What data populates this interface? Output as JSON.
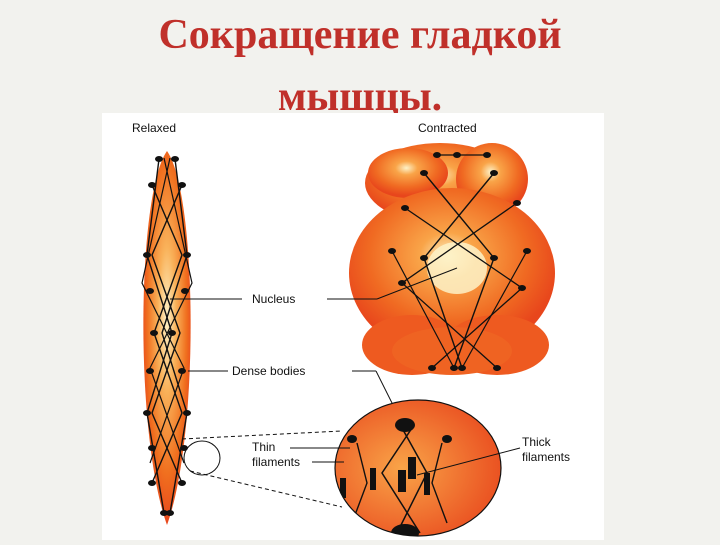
{
  "slide": {
    "title_line_1": "Сокращение гладкой",
    "title_line_2": "мышцы."
  },
  "figure": {
    "labels": {
      "relaxed": "Relaxed",
      "contracted": "Contracted",
      "nucleus": "Nucleus",
      "dense_bodies": "Dense bodies",
      "thin_filaments_1": "Thin",
      "thin_filaments_2": "filaments",
      "thick_filaments_1": "Thick",
      "thick_filaments_2": "filaments"
    },
    "colors": {
      "cell_red": "#e8461c",
      "cell_orange": "#f7922e",
      "nucleus_glow": "#fdf2c8",
      "title_red": "#c0302a"
    }
  }
}
